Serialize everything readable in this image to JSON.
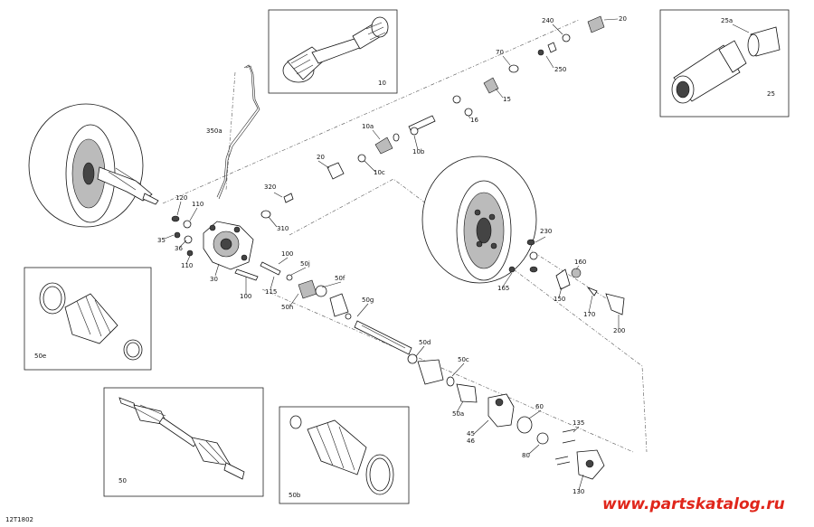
{
  "diagram": {
    "ref_code": "12T1802",
    "watermark": "www.partskatalog.ru",
    "callouts": [
      "240",
      "20",
      "25a",
      "25",
      "10",
      "70",
      "250",
      "15",
      "16",
      "10a",
      "10b",
      "350a",
      "20",
      "10c",
      "320",
      "310",
      "120",
      "110",
      "35",
      "36",
      "110",
      "30",
      "100",
      "115",
      "100",
      "50j",
      "50f",
      "50h",
      "50g",
      "230",
      "160",
      "165",
      "150",
      "170",
      "200",
      "50d",
      "50c",
      "50a",
      "60",
      "45",
      "46",
      "135",
      "80",
      "130",
      "50e",
      "50",
      "50b"
    ]
  }
}
